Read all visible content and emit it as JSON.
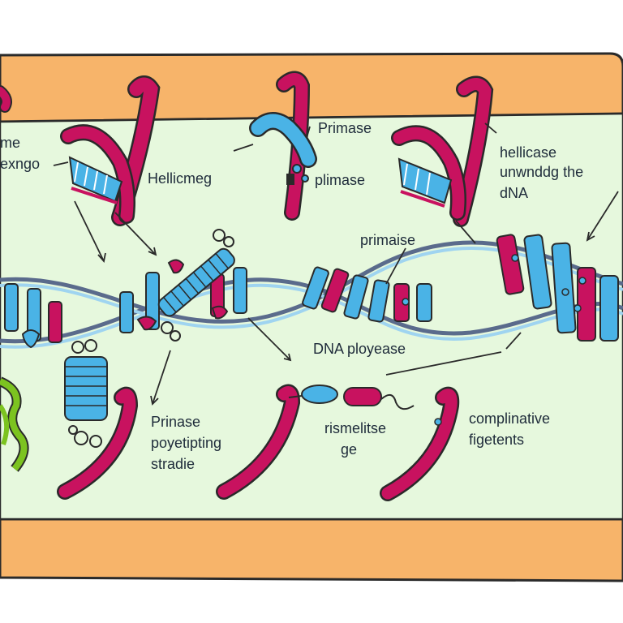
{
  "labels": {
    "left_top_1": "me",
    "left_top_2": "exngo",
    "hellicmeg": "Hellicmeg",
    "primase_top": "Primase",
    "plimase": "plimase",
    "hellicase_1": "hellicase",
    "hellicase_2": "unwnddg the",
    "hellicase_3": "dNA",
    "primaise_mid": "primaise",
    "dna_ploy": "DNA ployease",
    "prinase_1": "Prinase",
    "prinase_2": "poyetipting",
    "prinase_3": "stradie",
    "rismel_1": "rismelitse",
    "rismel_2": "ge",
    "compl_1": "complinative",
    "compl_2": "figetents"
  },
  "colors": {
    "membrane": "#f7b46a",
    "membrane_edge": "#2a2a2a",
    "cytoplasm": "#e6f8dd",
    "protein": "#c8125f",
    "strand": "#4ab3e6",
    "strand_dark": "#2a8fc8",
    "helix_line": "#5a6b8c",
    "green_protein": "#7cc320",
    "ink": "#1e2b3a"
  },
  "icons": [
    "membrane-band",
    "protein-loop-icon",
    "dna-helix-icon",
    "coiled-protein-icon"
  ]
}
